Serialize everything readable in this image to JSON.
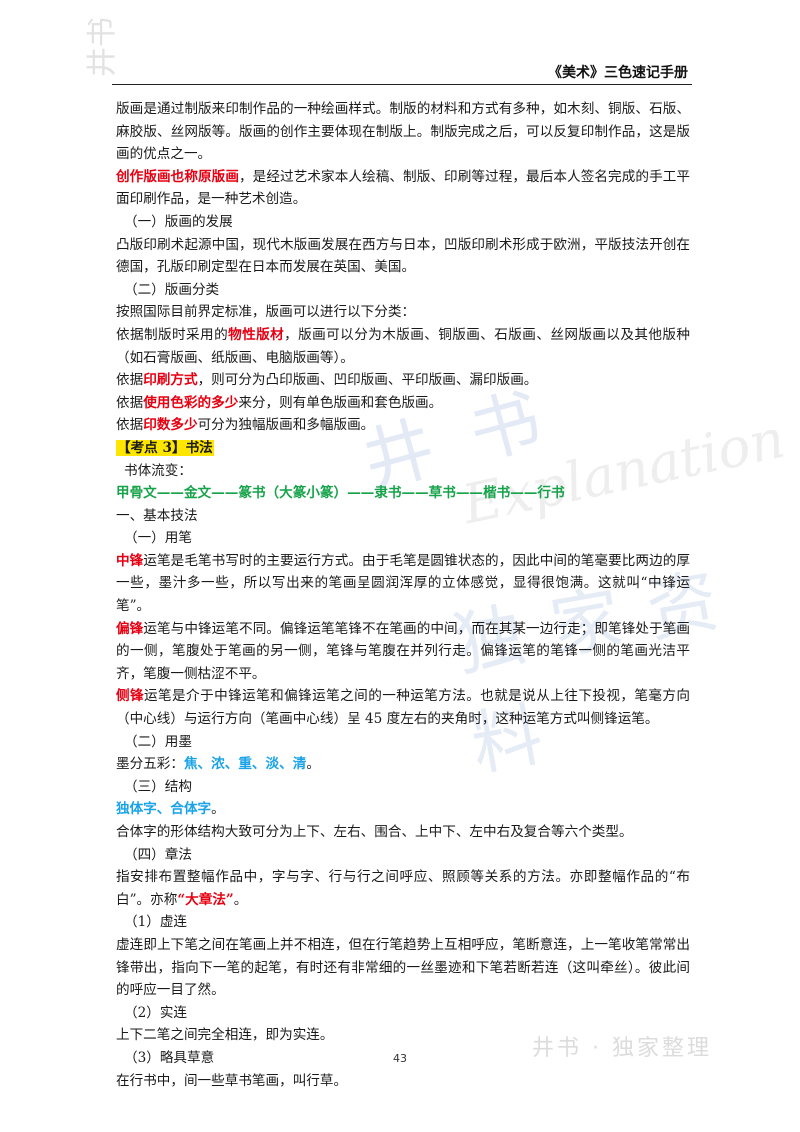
{
  "header": {
    "title": "《美术》三色速记手册"
  },
  "watermarks": {
    "logo": "井书",
    "center1": "井书",
    "center2": "独家资料",
    "script": "Explanation",
    "footer": "井书 · 独家整理"
  },
  "body": {
    "p1": "版画是通过制版来印制作品的一种绘画样式。制版的材料和方式有多种，如木刻、铜版、石版、麻胶版、丝网版等。版画的创作主要体现在制版上。制版完成之后，可以反复印制作品，这是版画的优点之一。",
    "p2_red": "创作版画也称原版画",
    "p2_rest": "，是经过艺术家本人绘稿、制版、印刷等过程，最后本人签名完成的手工平面印刷作品，是一种艺术创造。",
    "h_dev": "（一）版画的发展",
    "p3": "凸版印刷术起源中国，现代木版画发展在西方与日本，凹版印刷术形成于欧洲，平版技法开创在德国，孔版印刷定型在日本而发展在英国、美国。",
    "h_cat": "（二）版画分类",
    "p4": "按照国际目前界定标准，版画可以进行以下分类：",
    "p5_pre": "依据制版时采用的",
    "p5_red": "物性版材",
    "p5_rest": "，版画可以分为木版画、铜版画、石版画、丝网版画以及其他版种（如石膏版画、纸版画、电脑版画等）。",
    "p6_pre": "依据",
    "p6_red": "印刷方式",
    "p6_rest": "，则可分为凸印版画、凹印版画、平印版画、漏印版画。",
    "p7_pre": "依据",
    "p7_red": "使用色彩的多少",
    "p7_rest": "来分，则有单色版画和套色版画。",
    "p8_pre": "依据",
    "p8_red": "印数多少",
    "p8_rest": "可分为独幅版画和多幅版画。",
    "kaodian_label": "【考点 3】",
    "kaodian_title": "书法",
    "style_flow_label": "书体流变：",
    "style_flow": "甲骨文——金文——篆书（大篆小篆）——隶书——草书——楷书——行书",
    "h_basic": "一、基本技法",
    "h_brush": "（一）用笔",
    "p9_red": "中锋",
    "p9_rest": "运笔是毛笔书写时的主要运行方式。由于毛笔是圆锥状态的，因此中间的笔毫要比两边的厚一些，墨汁多一些，所以写出来的笔画呈圆润浑厚的立体感觉，显得很饱满。这就叫“中锋运笔”。",
    "p10_red": "偏锋",
    "p10_rest": "运笔与中锋运笔不同。偏锋运笔笔锋不在笔画的中间，而在其某一边行走；即笔锋处于笔画的一侧，笔腹处于笔画的另一侧，笔锋与笔腹在并列行走。偏锋运笔的笔锋一侧的笔画光洁平齐，笔腹一侧枯涩不平。",
    "p11_red": "侧锋",
    "p11_rest": "运笔是介于中锋运笔和偏锋运笔之间的一种运笔方法。也就是说从上往下投视，笔毫方向（中心线）与运行方向（笔画中心线）呈 45 度左右的夹角时，这种运笔方式叫侧锋运笔。",
    "h_ink": "（二）用墨",
    "p12_pre": "墨分五彩：",
    "p12_blue": "焦、浓、重、淡、清",
    "p12_end": "。",
    "h_struct": "（三）结构",
    "p13_blue": "独体字、合体字",
    "p13_end": "。",
    "p14": "合体字的形体结构大致可分为上下、左右、围合、上中下、左中右及复合等六个类型。",
    "h_comp": "（四）章法",
    "p15": "指安排布置整幅作品中，字与字、行与行之间呼应、照顾等关系的方法。亦即整幅作品的“布白”。亦称",
    "p15_red": "“大章法”",
    "p15_end": "。",
    "h_xu": "（1）虚连",
    "p16": "虚连即上下笔之间在笔画上并不相连，但在行笔趋势上互相呼应，笔断意连，上一笔收笔常常出锋带出，指向下一笔的起笔，有时还有非常细的一丝墨迹和下笔若断若连（这叫牵丝）。彼此间的呼应一目了然。",
    "h_shi": "（2）实连",
    "p17": "上下二笔之间完全相连，即为实连。",
    "h_cao": "（3）略具草意",
    "p18": "在行书中，间一些草书笔画，叫行草。"
  },
  "footer": {
    "page_number": "43"
  }
}
